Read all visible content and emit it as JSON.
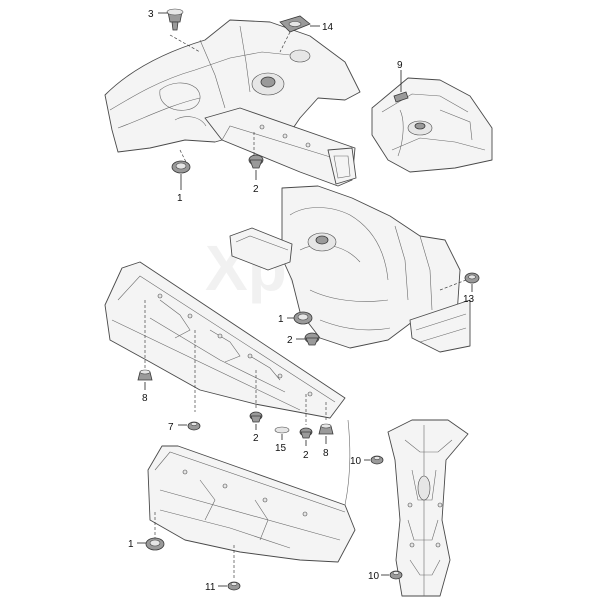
{
  "watermark": "Xpe",
  "colors": {
    "line": "#4a4a4a",
    "panel": "#f4f4f4",
    "part": "#9a9a9a",
    "text": "#111111"
  },
  "callouts": {
    "c3": "3",
    "c14": "14",
    "c9": "9",
    "c1a": "1",
    "c2a": "2",
    "c13": "13",
    "c1b": "1",
    "c2b": "2",
    "c8a": "8",
    "c7": "7",
    "c2c": "2",
    "c15": "15",
    "c2d": "2",
    "c8b": "8",
    "c10a": "10",
    "c1c": "1",
    "c11": "11",
    "c10b": "10"
  }
}
